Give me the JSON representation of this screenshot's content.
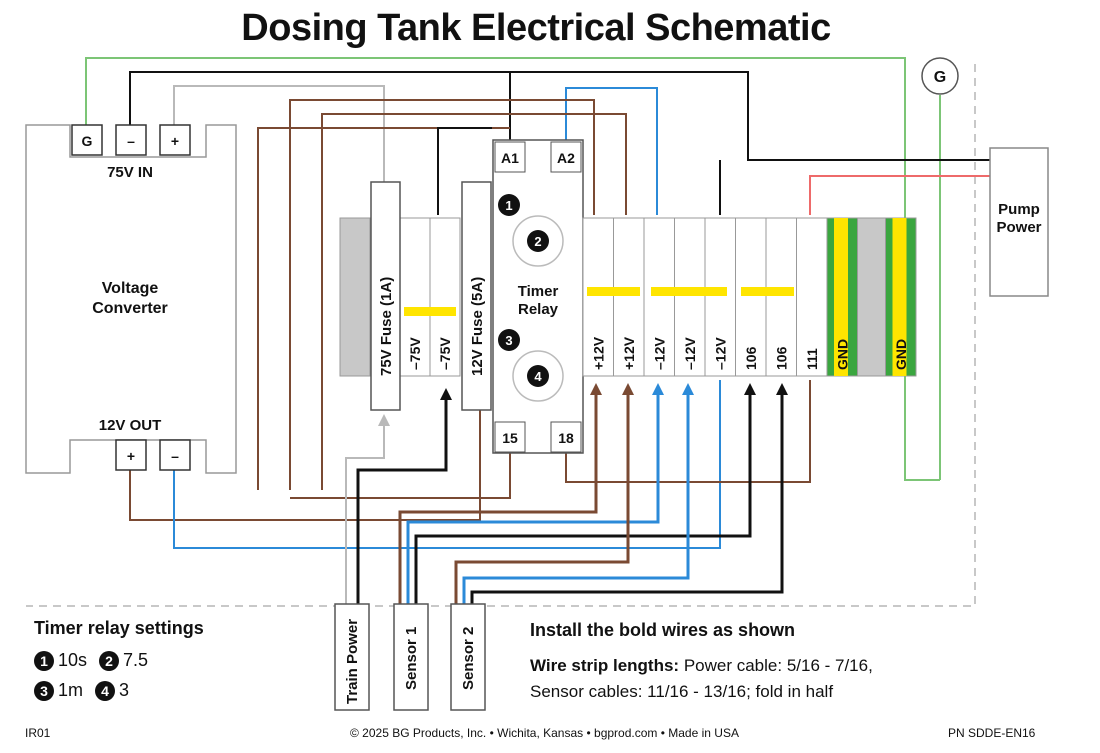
{
  "title": "Dosing Tank Electrical Schematic",
  "ground_symbol": "G",
  "converter": {
    "label_line1": "Voltage",
    "label_line2": "Converter",
    "in_label": "75V IN",
    "out_label": "12V OUT",
    "terminals_in": [
      "G",
      "–",
      "+"
    ],
    "terminals_out": [
      "+",
      "–"
    ]
  },
  "fuses": [
    "75V Fuse (1A)",
    "12V Fuse (5A)"
  ],
  "relay": {
    "label_line1": "Timer",
    "label_line2": "Relay",
    "terminals_top": [
      "A1",
      "A2"
    ],
    "terminals_bottom": [
      "15",
      "18"
    ],
    "markers": [
      "1",
      "2",
      "3",
      "4"
    ]
  },
  "terminal_block": [
    "–75V",
    "–75V",
    "+12V",
    "+12V",
    "–12V",
    "–12V",
    "–12V",
    "106",
    "106",
    "111",
    "GND",
    "GND"
  ],
  "pump": {
    "line1": "Pump",
    "line2": "Power"
  },
  "cables": [
    "Train Power",
    "Sensor 1",
    "Sensor 2"
  ],
  "settings": {
    "title": "Timer relay settings",
    "items": [
      {
        "marker": "1",
        "value": "10s"
      },
      {
        "marker": "2",
        "value": "7.5"
      },
      {
        "marker": "3",
        "value": "1m"
      },
      {
        "marker": "4",
        "value": "3"
      }
    ]
  },
  "install_note": "Install the bold wires as shown",
  "strip_lengths": {
    "label": "Wire strip lengths:",
    "line1_rest": " Power cable: 5/16 - 7/16,",
    "line2": "Sensor cables: 11/16 - 13/16; fold in half"
  },
  "footer": {
    "left": "IR01",
    "center": "© 2025 BG Products, Inc. • Wichita, Kansas • bgprod.com • Made in USA",
    "right": "PN SDDE-EN16"
  },
  "colors": {
    "black": "#111111",
    "brown": "#7a4a33",
    "blue": "#2b8ad8",
    "gray": "#b9b9b9",
    "green": "#7cc576",
    "red": "#ee6a6a",
    "yellow": "#ffe500",
    "ground_green": "#3aa63f",
    "dash": "#c8c8c8"
  }
}
